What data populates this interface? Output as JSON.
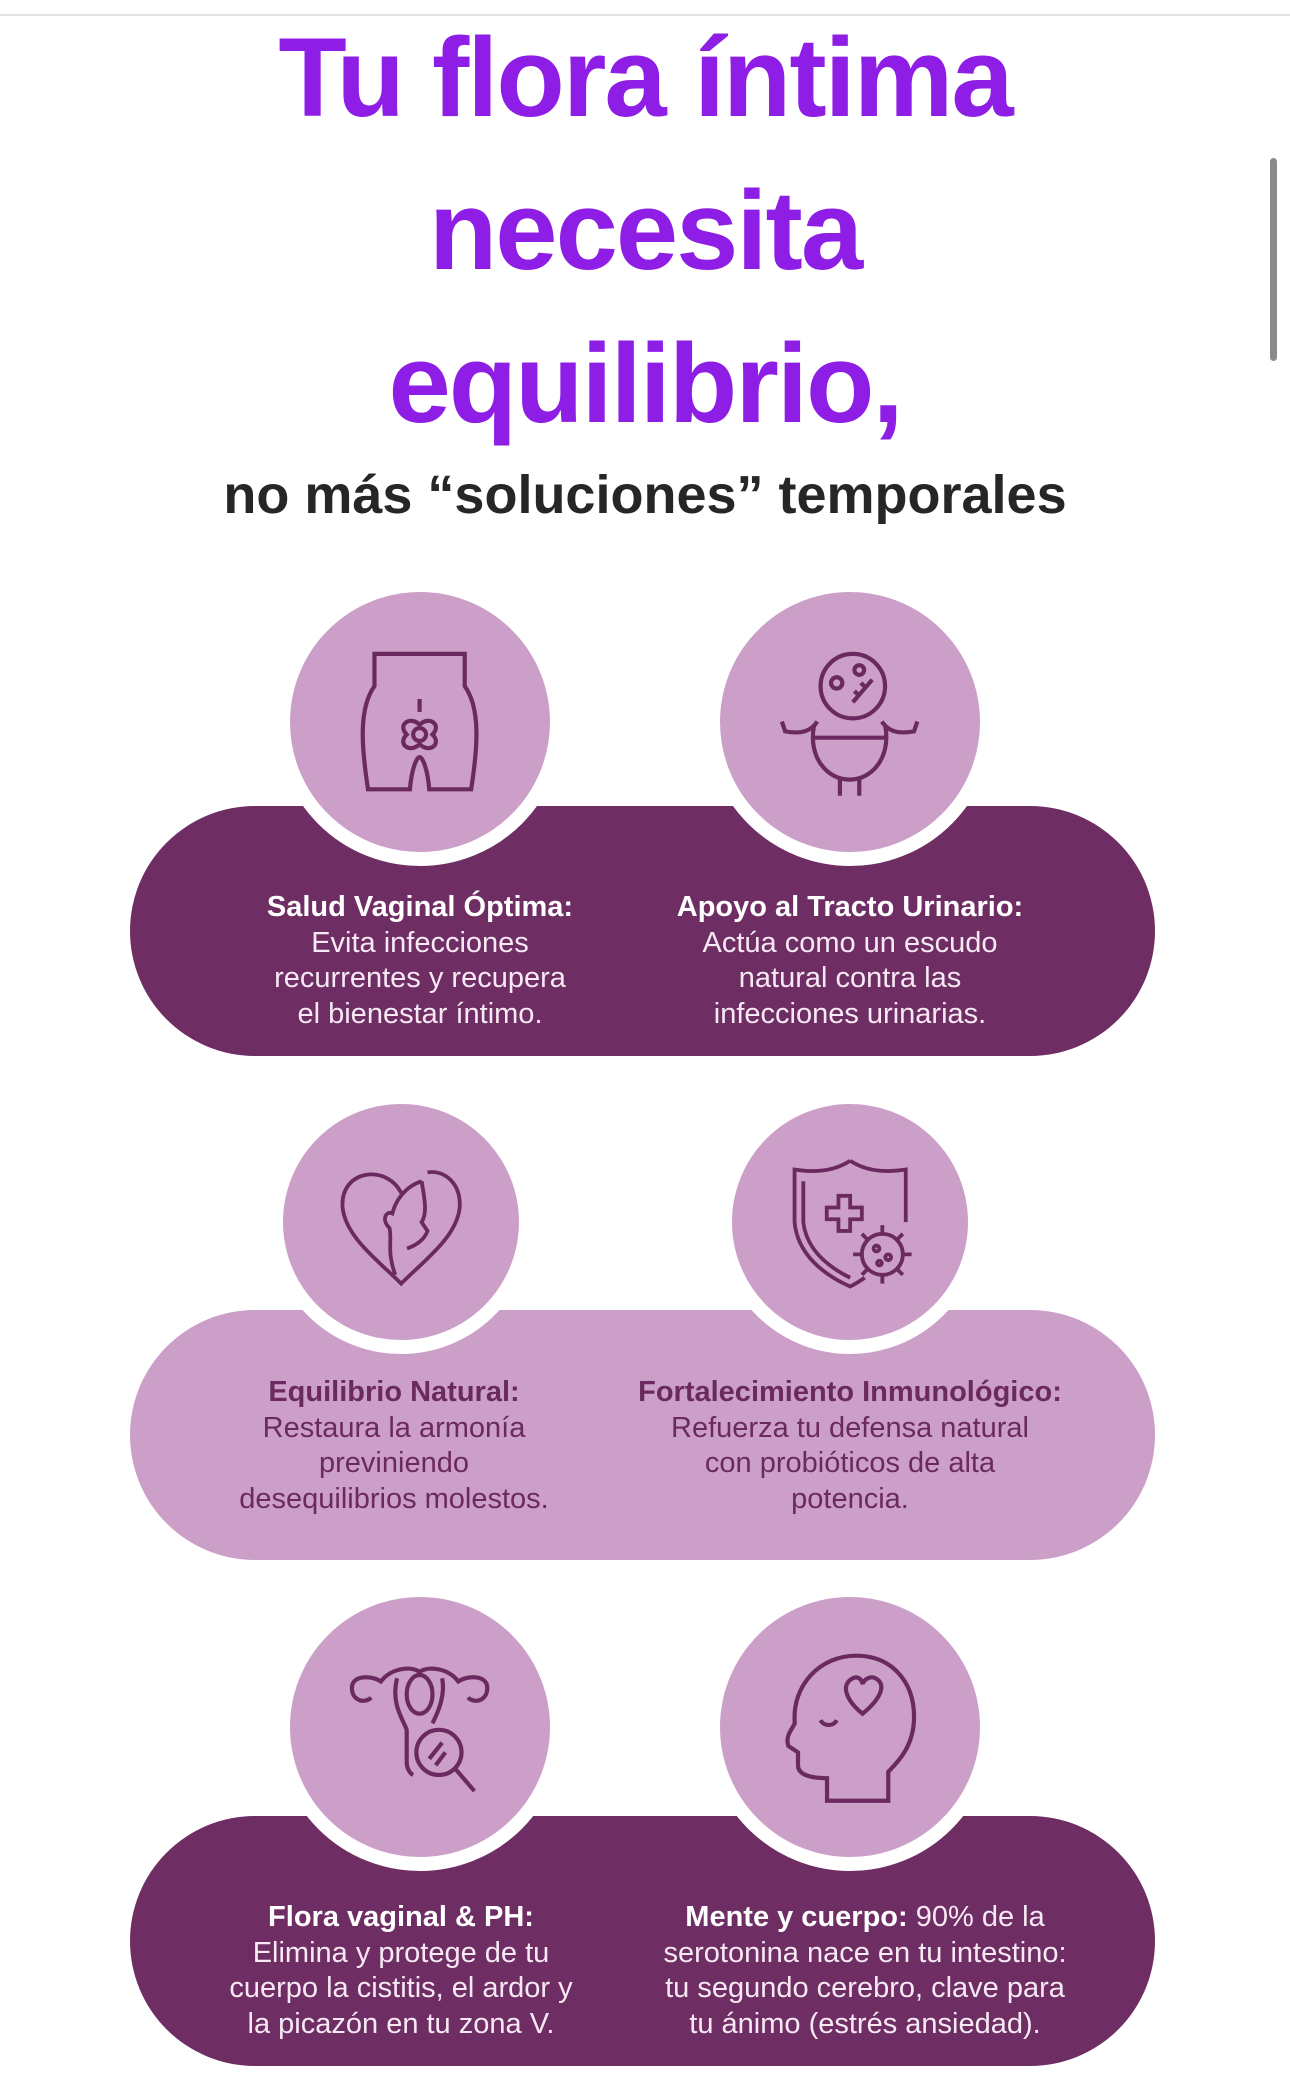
{
  "title_lines": [
    "Tu flora íntima",
    "necesita",
    "equilibrio,"
  ],
  "subtitle": "no más “soluciones” temporales",
  "colors": {
    "title": "#8e1ee6",
    "dark_pill": "#6e2d63",
    "light_pill": "#cc9fc9",
    "icon_stroke": "#6b2a5f"
  },
  "benefits": [
    {
      "icon": "body-flower-icon",
      "title": "Salud Vaginal Óptima:",
      "lines": [
        "Evita infecciones",
        "recurrentes y recupera",
        "el bienestar íntimo."
      ]
    },
    {
      "icon": "bladder-bacteria-icon",
      "title": "Apoyo al Tracto Urinario:",
      "lines": [
        "Actúa como un escudo",
        "natural contra las",
        "infecciones urinarias."
      ]
    },
    {
      "icon": "heart-woman-icon",
      "title": "Equilibrio Natural:",
      "lines": [
        "Restaura la armonía",
        "previniendo",
        "desequilibrios molestos."
      ]
    },
    {
      "icon": "shield-virus-icon",
      "title": "Fortalecimiento Inmunológico:",
      "lines": [
        "Refuerza tu defensa natural",
        "con probióticos de alta",
        "potencia."
      ]
    },
    {
      "icon": "uterus-magnifier-icon",
      "title": "Flora vaginal & PH:",
      "lines": [
        "Elimina y protege de tu",
        "cuerpo la cistitis, el ardor y",
        "la picazón en tu zona V."
      ]
    },
    {
      "icon": "head-heart-icon",
      "title": "Mente y cuerpo:",
      "title_suffix": " 90% de la",
      "lines": [
        "serotonina nace en tu intestino:",
        "tu segundo cerebro, clave para",
        "tu ánimo (estrés ansiedad)."
      ]
    }
  ]
}
